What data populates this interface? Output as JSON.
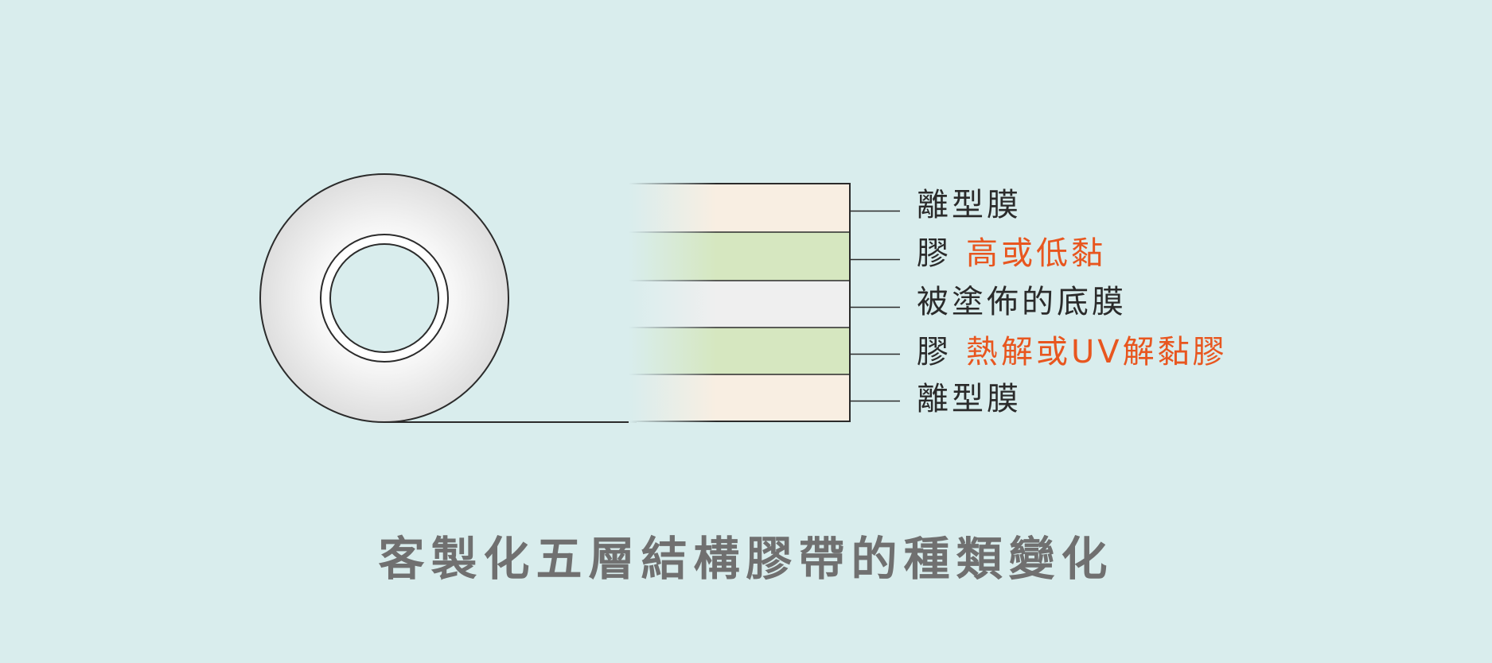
{
  "layers": [
    {
      "prefix": "",
      "label": "離型膜",
      "color": "#f8eee2"
    },
    {
      "prefix": "膠",
      "label": "高或低黏",
      "color": "#d6e7c0"
    },
    {
      "prefix": "",
      "label": "被塗佈的底膜",
      "color": "#efefef"
    },
    {
      "prefix": "膠",
      "label": "熱解或UV解黏膠",
      "color": "#d6e7c0"
    },
    {
      "prefix": "",
      "label": "離型膜",
      "color": "#f8eee2"
    }
  ],
  "caption": "客製化五層結構膠帶的種類變化",
  "colors": {
    "background": "#d9eded",
    "highlight": "#e8561f",
    "outline": "#2b2b2b",
    "caption": "#707070"
  }
}
